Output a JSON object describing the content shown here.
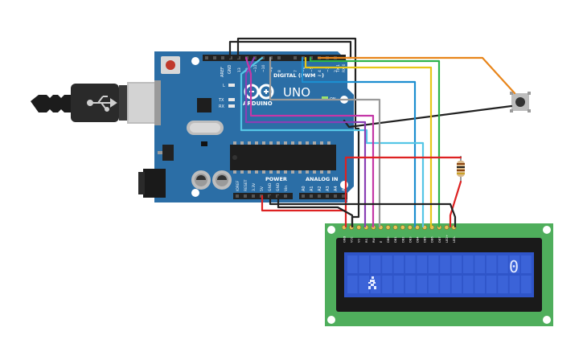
{
  "arduino": {
    "brand": "ARDUINO",
    "model": "UNO",
    "digital_label": "DIGITAL (PWM ~)",
    "power_label": "POWER",
    "analog_label": "ANALOG IN",
    "on_label": "ON",
    "led_l": "L",
    "led_tx": "TX",
    "led_rx": "RX",
    "header_aref": "AREF",
    "header_gnd": "GND",
    "digital_pins": [
      "13",
      "12",
      "~11",
      "~10",
      "~9",
      "8",
      "7",
      "~6",
      "~5",
      "4",
      "~3",
      "2",
      "TX 1",
      "RX 0"
    ],
    "power_pins": [
      "IOREF",
      "RESET",
      "3.3V",
      "5V",
      "GND",
      "GND",
      "Vin"
    ],
    "analog_pins": [
      "A0",
      "A1",
      "A2",
      "A3",
      "A4",
      "A5"
    ],
    "colors": {
      "board": "#2b6ea6",
      "header": "#222222",
      "chip": "#1e1e1e"
    }
  },
  "lcd": {
    "pins": [
      "GND",
      "VCC",
      "V0",
      "RS",
      "RW",
      "E",
      "DB0",
      "DB1",
      "DB2",
      "DB3",
      "DB4",
      "DB5",
      "DB6",
      "DB7",
      "LED+",
      "LED-"
    ],
    "row1_text": "0",
    "row2_glyph": "runner",
    "colors": {
      "pcb": "#4fae5c",
      "bezel": "#1a1a1a",
      "screen": "#2f55c9",
      "cell": "#3b63d8",
      "text": "#e6ecff"
    }
  },
  "button": {
    "kind": "pushbutton"
  },
  "resistor": {
    "kind": "resistor"
  },
  "usb": {
    "icon": "usb-icon"
  },
  "wire_colors": {
    "black": "#222222",
    "red": "#dd2222",
    "orange": "#e8851a",
    "yellow": "#e6c619",
    "green": "#2db34a",
    "blue": "#1d8ed0",
    "cyan": "#55c6e6",
    "purple": "#8a3fb5",
    "magenta": "#c437a7",
    "gray": "#9a9a9a"
  }
}
